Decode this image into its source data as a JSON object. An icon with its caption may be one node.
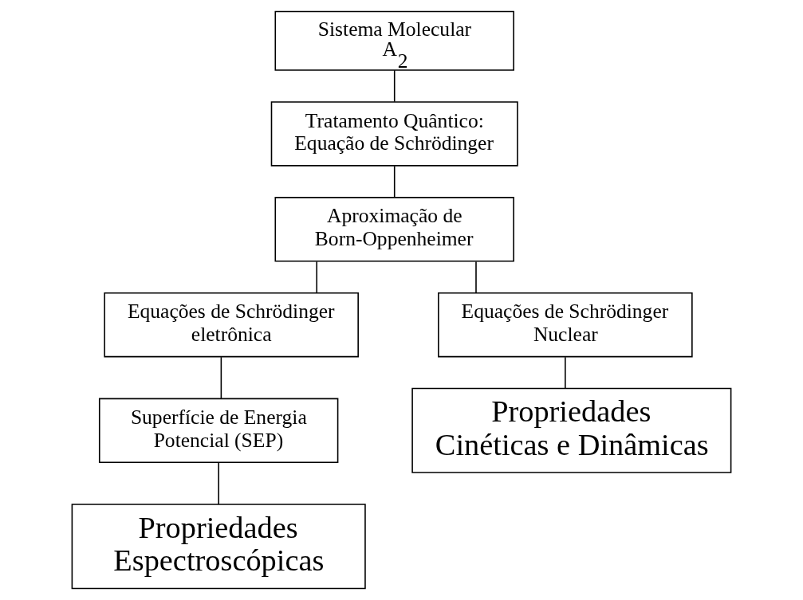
{
  "diagram": {
    "nodes": [
      {
        "text": [
          "Sistema Molecular A$_{2}$"
        ]
      },
      {
        "text": [
          "Tratamento Quântico: Equação de Schrödinger"
        ]
      },
      {
        "text": [
          "Aproximação de Born-Oppenheimer"
        ]
      },
      {
        "text": [
          "Equações de Schrödinger eletrônica"
        ]
      },
      {
        "text": [
          "Superfície de Energia Potencial (SEP)"
        ]
      },
      {
        "text": [
          "Propriedades Espectroscópicas"
        ]
      },
      {
        "text": [
          "Equações de Schrödinger Nuclear"
        ]
      },
      {
        "text": [
          "Propriedades Cinéticas e Dinâmicas"
        ]
      }
    ],
    "edges": [
      {
        "from": 0,
        "to": 1,
        "arrow": "none"
      },
      {
        "from": 1,
        "to": 2,
        "arrow": "none"
      },
      {
        "from": 2,
        "to": 3,
        "arrow": "none"
      },
      {
        "from": 2,
        "to": 6,
        "arrow": "none"
      },
      {
        "from": 3,
        "to": 4,
        "arrow": "none"
      },
      {
        "from": 4,
        "to": 5,
        "arrow": "none"
      },
      {
        "from": 6,
        "to": 7,
        "arrow": "none"
      }
    ]
  }
}
